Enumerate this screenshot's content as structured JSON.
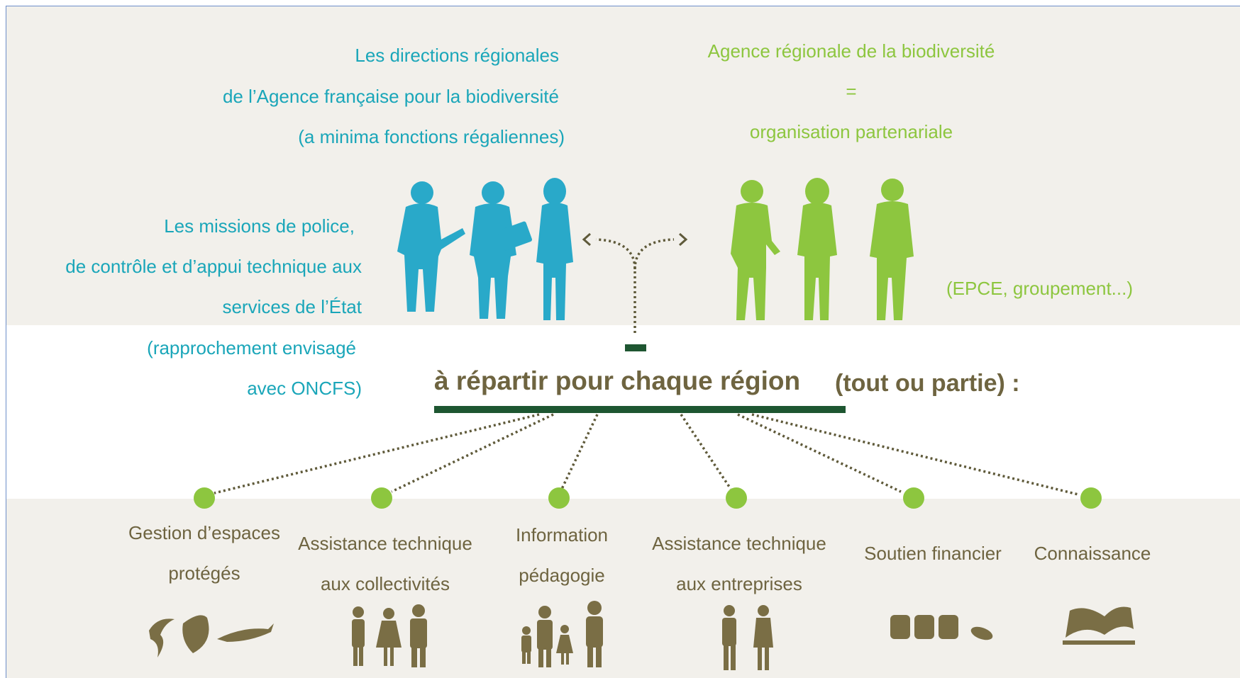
{
  "afb": {
    "lines": [
      "Les directions régionales",
      "de l’Agence française pour la biodiversité",
      "(a minima fonctions régaliennes)"
    ],
    "color": "#1aa6b9"
  },
  "arb": {
    "lines": [
      "Agence régionale de la biodiversité",
      "=",
      "organisation partenariale"
    ],
    "note": "(EPCE, groupement...)",
    "color": "#8dc63f"
  },
  "police": {
    "lines": [
      "Les missions de police,",
      "de contrôle et d’appui technique aux",
      "services de l’État",
      "(rapprochement envisagé",
      "avec ONCFS)"
    ]
  },
  "headline": {
    "main": "à répartir pour chaque région",
    "suffix": "(tout ou partie) :"
  },
  "colors": {
    "accent_dark_green": "#1e5631",
    "node_green": "#8dc63f",
    "olive_text": "#6e6440",
    "background_band": "#f2f0eb"
  },
  "missions": [
    {
      "lines": [
        "Gestion d’espaces",
        "protégés"
      ],
      "icon": "wildlife-icon"
    },
    {
      "lines": [
        "Assistance technique",
        "aux collectivités"
      ],
      "icon": "people-group-icon"
    },
    {
      "lines": [
        "Information",
        "pédagogie"
      ],
      "icon": "family-icon"
    },
    {
      "lines": [
        "Assistance technique",
        "aux entreprises"
      ],
      "icon": "business-people-icon"
    },
    {
      "lines": [
        "Soutien financier"
      ],
      "icon": "coins-icon"
    },
    {
      "lines": [
        "Connaissance"
      ],
      "icon": "open-book-icon"
    }
  ]
}
